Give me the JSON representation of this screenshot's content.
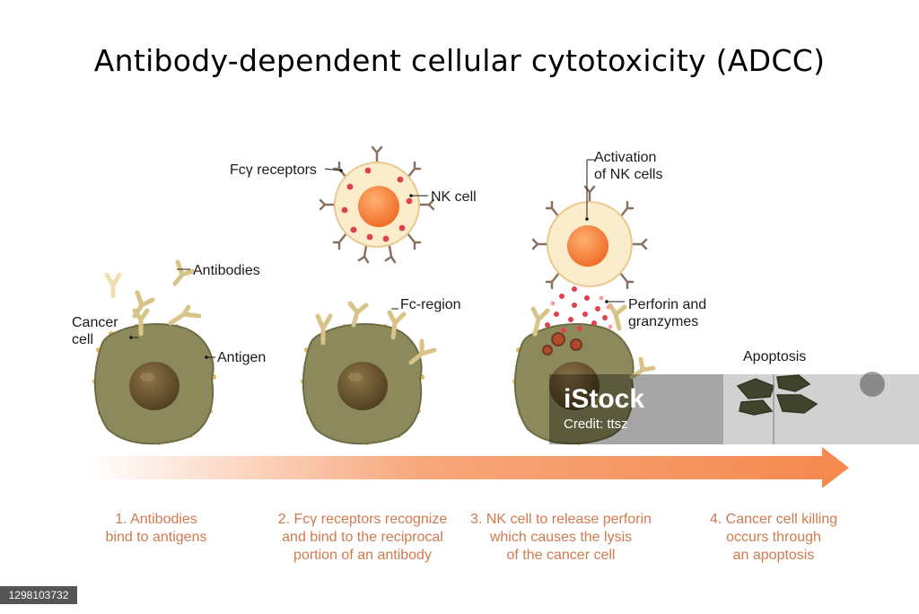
{
  "title": "Antibody-dependent cellular cytotoxicity (ADCC)",
  "labels": {
    "antibodies": "Antibodies",
    "cancer_cell": "Cancer\ncell",
    "antigen": "Antigen",
    "fc_receptors": "Fcγ receptors",
    "nk_cell": "NK cell",
    "fc_region": "Fc-region",
    "activation": "Activation\nof NK cells",
    "perforin": "Perforin and\ngranzymes",
    "apoptosis": "Apoptosis"
  },
  "steps": [
    "1. Antibodies\nbind to antigens",
    "2. Fcγ receptors recognize\nand bind to the reciprocal\nportion of an antibody",
    "3. NK cell to release perforin\nwhich causes the lysis\nof the cancer cell",
    "4. Cancer cell killing\noccurs through\nan apoptosis"
  ],
  "watermark": {
    "brand": "iStock",
    "credit": "Credit: ttsz"
  },
  "stock_id": "1298103732",
  "colors": {
    "cancer_cell": "#8c8a5c",
    "nucleus": "#5e4c2a",
    "nk_cytoplasm": "#fbeccb",
    "nk_nucleus": "#f5883c",
    "granule": "#e0404a",
    "arrow": "#f58a50",
    "step_text": "#d07a4f",
    "antibody": "#f1e0b0"
  }
}
